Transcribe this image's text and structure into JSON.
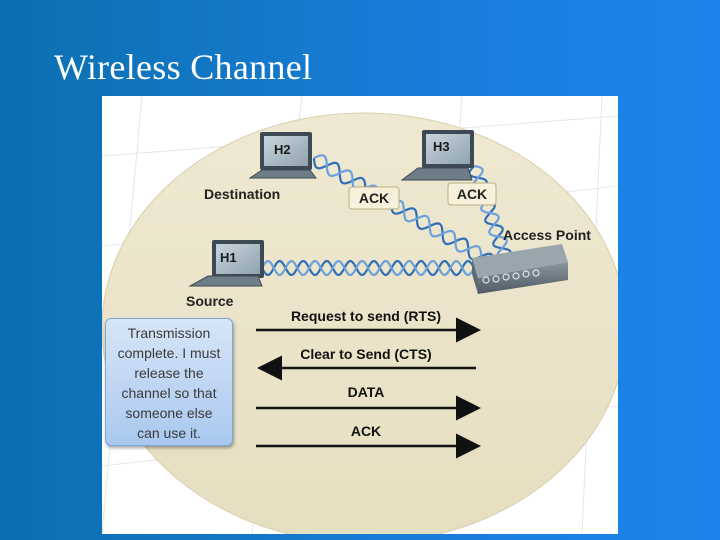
{
  "slide": {
    "title": "Wireless Channel"
  },
  "devices": {
    "h2": {
      "screen": "H2",
      "label": "Destination"
    },
    "h3": {
      "screen": "H3"
    },
    "h1": {
      "screen": "H1",
      "label": "Source"
    },
    "ap": {
      "label": "Access Point"
    }
  },
  "acks": {
    "left": "ACK",
    "right": "ACK"
  },
  "callout": {
    "lines": [
      "Transmission",
      "complete. I must",
      "release the",
      "channel so that",
      "someone else",
      "can use it."
    ]
  },
  "messages": [
    {
      "label": "Request to send (RTS)",
      "direction": "right"
    },
    {
      "label": "Clear to Send (CTS)",
      "direction": "left"
    },
    {
      "label": "DATA",
      "direction": "right"
    },
    {
      "label": "ACK",
      "direction": "right"
    }
  ],
  "colors": {
    "ellipse": "#ede6cb",
    "wave": "#2f6fb8",
    "arrow": "#111111",
    "callout_top": "#d7e6f8",
    "callout_bottom": "#a9c8ef"
  }
}
